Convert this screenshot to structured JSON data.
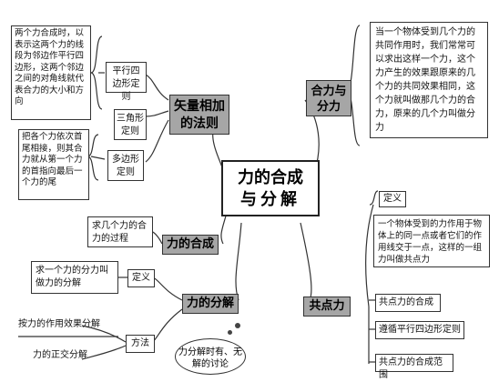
{
  "center": {
    "line1": "力的合成",
    "line2": "与分解"
  },
  "vector_rule": {
    "title_line1": "矢量相加",
    "title_line2": "的法则",
    "parallelogram": {
      "label": "平行四边形定则",
      "text": "两个力合成时，以表示这两个力的线段为邻边作平行四边形，这两个邻边之间的对角线就代表合力的大小和方向"
    },
    "triangle": {
      "label": "三角形定则"
    },
    "polygon": {
      "label": "多边形定则",
      "text": "把各个力依次首尾相接，则其合力就从第一个力的首指向最后一个力的尾"
    }
  },
  "resultant": {
    "title_line1": "合力与",
    "title_line2": "分力",
    "text": "当一个物体受到几个力的共同作用时，我们常常可以求出这样一个力，这个力产生的效果跟原来的几个力的共同效果相同，这个力就叫做那几个力的合力，原来的几个力叫做分力"
  },
  "composition": {
    "title": "力的合成",
    "text": "求几个力的合力的过程"
  },
  "decomposition": {
    "title": "力的分解",
    "definition_label": "定义",
    "definition_text": "求一个力的分力叫做力的分解",
    "method_label": "方法",
    "method1": "按力的作用效果分解",
    "method2": "力的正交分解",
    "note": "力分解时有、无解的讨论"
  },
  "concurrent": {
    "title": "共点力",
    "definition_label": "定义",
    "definition_text": "一个物体受到的力作用于物体上的同一点或者它们的作用线交于一点，这样的一组力叫做共点力",
    "composition_label": "共点力的合成",
    "rule": "遵循平行四边形定则",
    "range": "共点力的合成范围"
  }
}
